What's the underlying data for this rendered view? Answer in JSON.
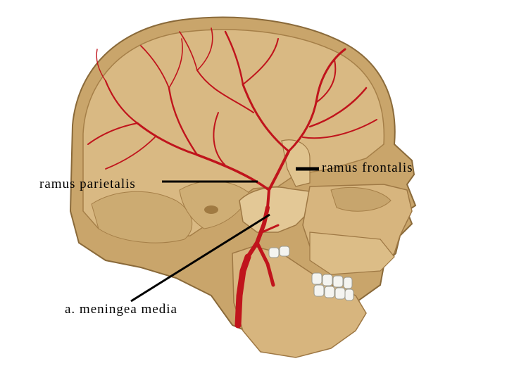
{
  "labels": {
    "ramus_parietalis": "ramus parietalis",
    "ramus_frontalis": "ramus frontalis",
    "meningea_media": "a. meningea media"
  },
  "colors": {
    "bone": "#d7b57e",
    "bone_dark": "#b08a52",
    "skull_rim": "#c9a56b",
    "artery": "#c0141c",
    "teeth": "#f4f4f0",
    "leader": "#000000"
  }
}
